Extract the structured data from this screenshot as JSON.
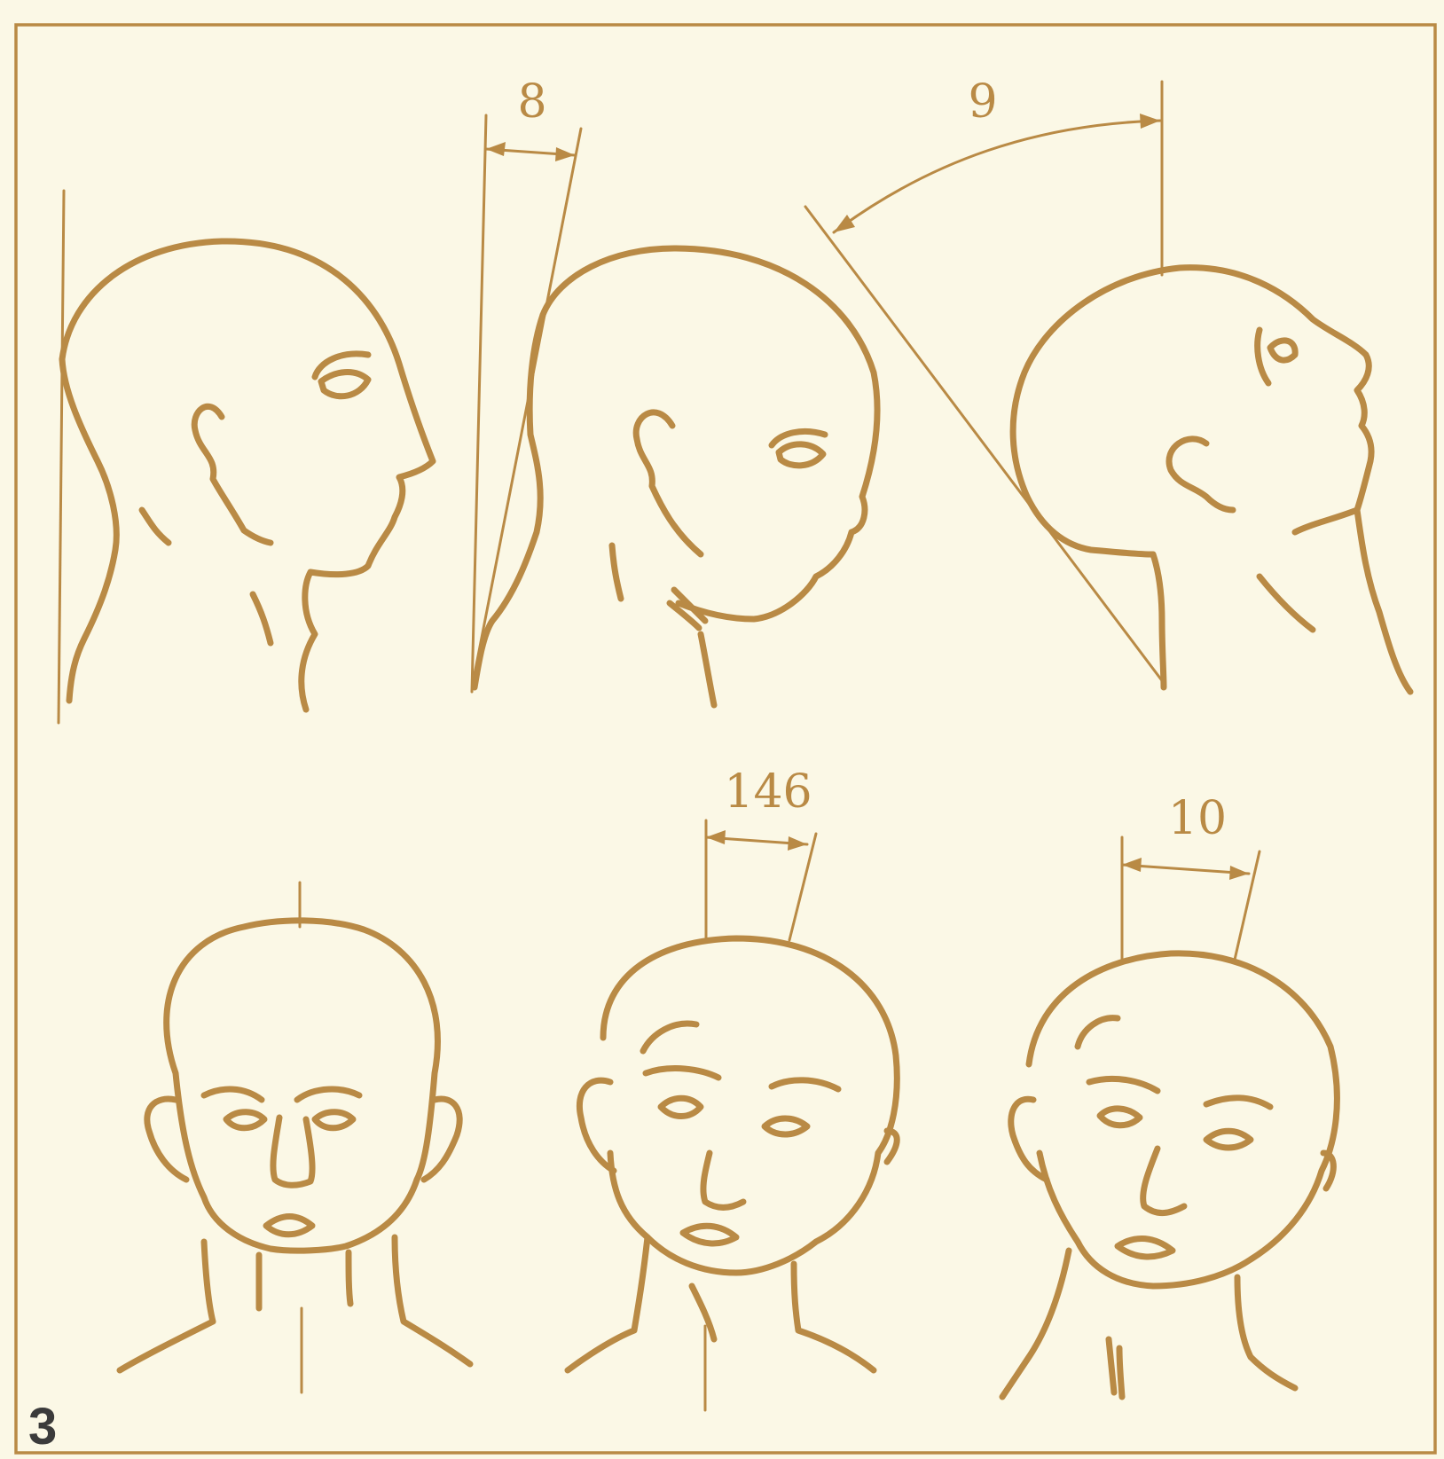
{
  "figure": {
    "number": "3",
    "angle_labels": {
      "flexion_forward": "8",
      "extension_back": "9",
      "rotation": "146",
      "lateral_tilt": "10"
    }
  },
  "colors": {
    "ink": "#b98a45",
    "paper": "#fbf8e6",
    "figure_number": "#3b3b3b"
  }
}
